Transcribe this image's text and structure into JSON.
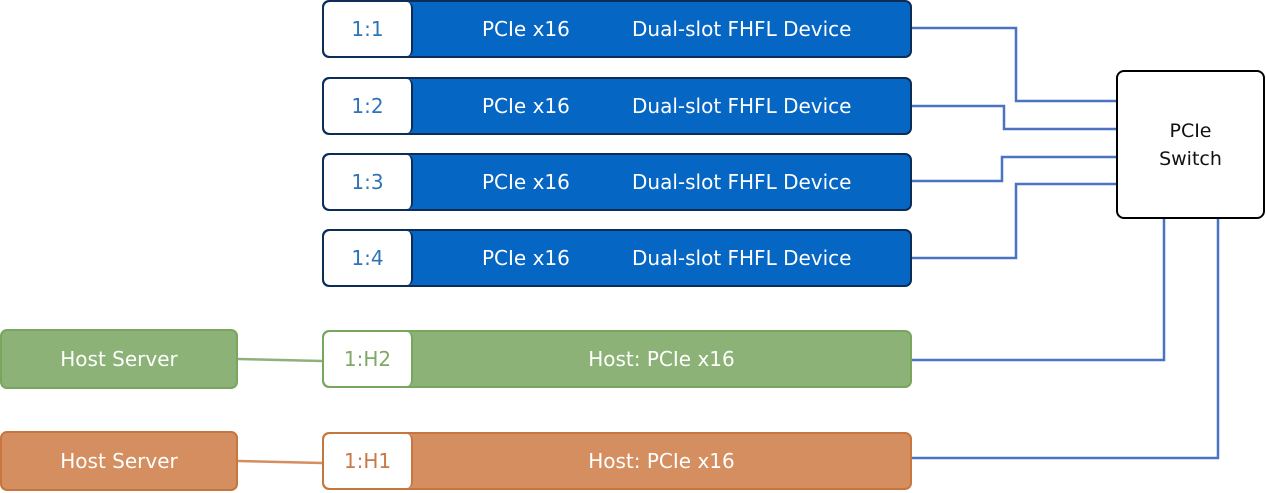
{
  "diagram": {
    "device_slots": [
      {
        "id": "1:1",
        "bus": "PCIe x16",
        "device": "Dual-slot FHFL Device"
      },
      {
        "id": "1:2",
        "bus": "PCIe x16",
        "device": "Dual-slot FHFL Device"
      },
      {
        "id": "1:3",
        "bus": "PCIe x16",
        "device": "Dual-slot FHFL Device"
      },
      {
        "id": "1:4",
        "bus": "PCIe x16",
        "device": "Dual-slot FHFL Device"
      }
    ],
    "host_slots": [
      {
        "id": "1:H2",
        "label": "Host: PCIe x16"
      },
      {
        "id": "1:H1",
        "label": "Host: PCIe x16"
      }
    ],
    "servers": [
      {
        "label": "Host Server"
      },
      {
        "label": "Host Server"
      }
    ],
    "switch": {
      "line1": "PCIe",
      "line2": "Switch"
    },
    "colors": {
      "device_fill": "#0566c4",
      "device_border": "#0d2d57",
      "green_fill": "#8cb277",
      "orange_fill": "#d58e5f",
      "wire_blue": "#4a73c2",
      "wire_green": "#8cb277",
      "wire_orange": "#d58e5f"
    }
  }
}
